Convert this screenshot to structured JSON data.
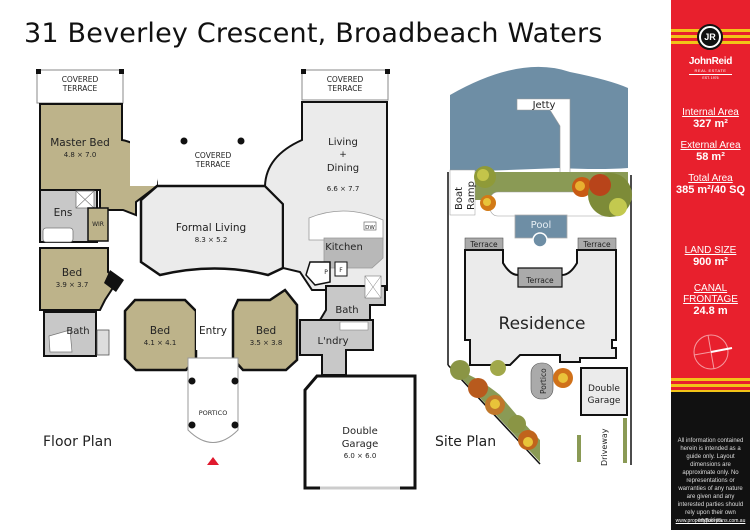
{
  "title": "31 Beverley Crescent, Broadbeach Waters",
  "floor_plan": {
    "label": "Floor Plan",
    "rooms": {
      "covered_terrace_left": "COVERED\nTERRACE",
      "covered_terrace_right": "COVERED\nTERRACE",
      "covered_terrace_center": "COVERED\nTERRACE",
      "master_bed": {
        "name": "Master Bed",
        "dims": "4.8 × 7.0"
      },
      "ens": "Ens",
      "wir": "WIR",
      "formal_living": {
        "name": "Formal Living",
        "dims": "8.3 × 5.2"
      },
      "living_dining": {
        "name_line1": "Living",
        "name_line2": "+",
        "name_line3": "Dining",
        "dims": "6.6 × 7.7"
      },
      "kitchen": "Kitchen",
      "dw": "DW",
      "pantry": "P",
      "fridge": "F",
      "bed2": {
        "name": "Bed",
        "dims": "3.9 × 3.7"
      },
      "bath_left": "Bath",
      "bed3": {
        "name": "Bed",
        "dims": "4.1 × 4.1"
      },
      "entry": "Entry",
      "bed4": {
        "name": "Bed",
        "dims": "3.5 × 3.8"
      },
      "bath_right": "Bath",
      "laundry": "L'ndry",
      "portico": "PORTICO",
      "double_garage": {
        "name_line1": "Double",
        "name_line2": "Garage",
        "dims": "6.0 × 6.0"
      }
    }
  },
  "site_plan": {
    "label": "Site Plan",
    "labels": {
      "jetty": "Jetty",
      "boat_ramp_line1": "Boat",
      "boat_ramp_line2": "Ramp",
      "pool": "Pool",
      "terrace_left": "Terrace",
      "terrace_center": "Terrace",
      "terrace_right": "Terrace",
      "residence": "Residence",
      "portico": "Portico",
      "double_garage_line1": "Double",
      "double_garage_line2": "Garage",
      "driveway": "Driveway"
    }
  },
  "sidebar": {
    "logo_initials": "JR",
    "brand": "JohnReid",
    "brand_sub": "REAL ESTATE",
    "brand_est": "EST. 1976",
    "stats": [
      {
        "label": "Internal Area",
        "value": "327 m²"
      },
      {
        "label": "External Area",
        "value": "58 m²"
      },
      {
        "label": "Total Area",
        "value": "385 m²/40 SQ"
      },
      {
        "label": "LAND SIZE",
        "value": "900 m²"
      },
      {
        "label_line1": "CANAL",
        "label_line2": "FRONTAGE",
        "value": "24.8 m"
      }
    ],
    "disclaimer": "All information contained herein is intended as a guide only. Layout dimensions are approximate only. No representations or warranties of any nature are given and any interested parties should rely upon their own enquiries.",
    "url": "www.propertyfloorplans.com.au"
  },
  "colors": {
    "bedroom_fill": "#bdb38a",
    "wet_area_fill": "#c8c8c8",
    "living_fill": "#ebebeb",
    "water": "#6e8ea5",
    "lawn": "#8a9a55",
    "sidebar_red": "#e8202d",
    "stripe_yellow": "#f2c418",
    "entry_marker": "#e0192e"
  }
}
